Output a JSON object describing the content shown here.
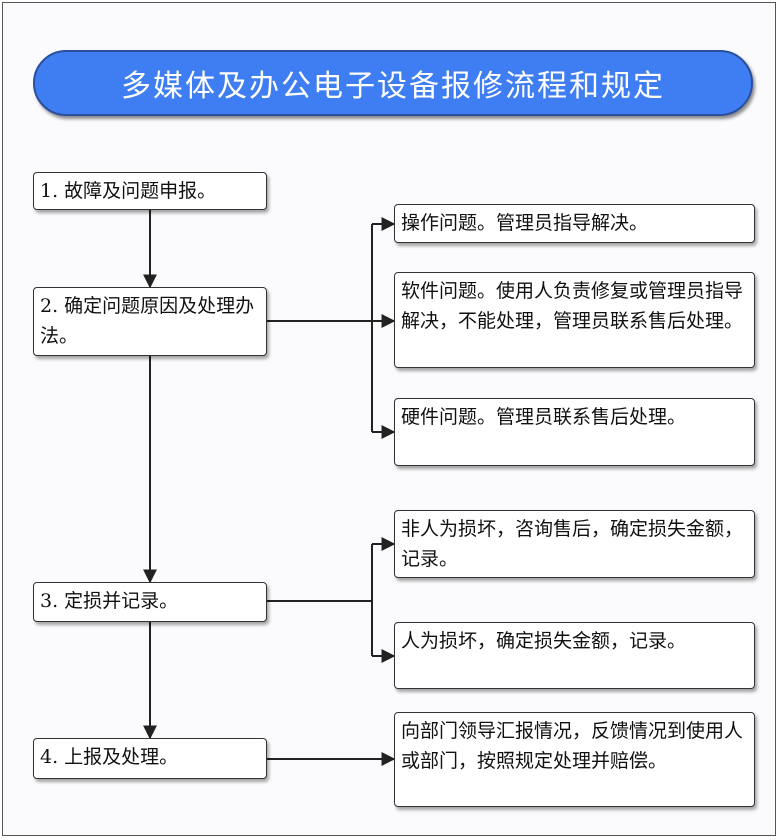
{
  "title": "多媒体及办公电子设备报修流程和规定",
  "steps": [
    "1. 故障及问题申报。",
    "2. 确定问题原因及处理办法。",
    "3. 定损并记录。",
    "4. 上报及处理。"
  ],
  "problems": [
    "操作问题。管理员指导解决。",
    "软件问题。使用人负责修复或管理员指导解决，不能处理，管理员联系售后处理。",
    "硬件问题。管理员联系售后处理。"
  ],
  "damage": [
    "非人为损坏，咨询售后，确定损失金额，记录。",
    "人为损坏，确定损失金额，记录。"
  ],
  "report": "向部门领导汇报情况，反馈情况到使用人或部门，按照规定处理并赔偿。",
  "colors": {
    "title_fill": "#3f7ef2",
    "line": "#222222"
  }
}
